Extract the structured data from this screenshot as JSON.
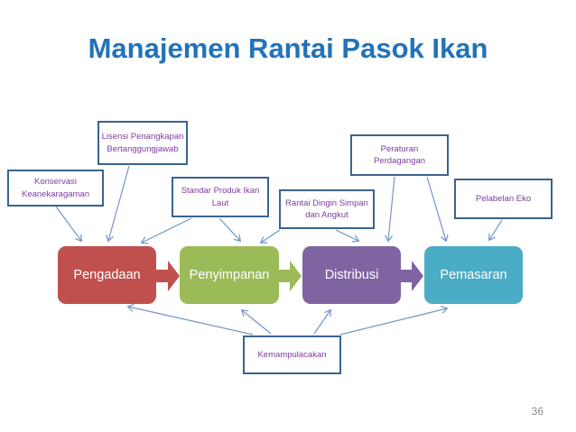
{
  "slide": {
    "title": "Manajemen Rantai Pasok Ikan",
    "page_number": "36"
  },
  "colors": {
    "title": "#2173B9",
    "label_border": "#3A6390",
    "label_text": "#7D3C9E",
    "connector": "#7396C8",
    "chain_pengadaan": "#C0504D",
    "chain_penyimpanan": "#9BBB59",
    "chain_distribusi": "#8064A2",
    "chain_pemasaran": "#4BACC6",
    "page_number": "#8A8A8A"
  },
  "diagram": {
    "chain": [
      {
        "label": "Pengadaan"
      },
      {
        "label": "Penyimpanan"
      },
      {
        "label": "Distribusi"
      },
      {
        "label": "Pemasaran"
      }
    ],
    "label_boxes": [
      {
        "id": "konservasi",
        "lines": [
          "Konservasi",
          "Keanekaragaman"
        ]
      },
      {
        "id": "lisensi",
        "lines": [
          "Lisensi Penangkapan",
          "Bertanggungjawab"
        ]
      },
      {
        "id": "standar",
        "lines": [
          "Standar Produk Ikan",
          "Laut"
        ]
      },
      {
        "id": "rantai",
        "lines": [
          "Rantai Dingin Simpan",
          "dan Angkut"
        ]
      },
      {
        "id": "peraturan",
        "lines": [
          "Peraturan",
          "Perdagangan"
        ]
      },
      {
        "id": "pelabelan",
        "lines": [
          "Pelabelan Eko"
        ]
      },
      {
        "id": "kemampulacakan",
        "lines": [
          "Kemampulacakan"
        ]
      }
    ],
    "connections": [
      {
        "from": "Konservasi Keanekaragaman",
        "to": "Pengadaan",
        "type": "association"
      },
      {
        "from": "Lisensi Penangkapan Bertanggungjawab",
        "to": "Pengadaan",
        "type": "association"
      },
      {
        "from": "Standar Produk Ikan Laut",
        "to": "Pengadaan",
        "type": "association"
      },
      {
        "from": "Standar Produk Ikan Laut",
        "to": "Penyimpanan",
        "type": "association"
      },
      {
        "from": "Rantai Dingin Simpan dan Angkut",
        "to": "Penyimpanan",
        "type": "association"
      },
      {
        "from": "Rantai Dingin Simpan dan Angkut",
        "to": "Distribusi",
        "type": "association"
      },
      {
        "from": "Peraturan Perdagangan",
        "to": "Distribusi",
        "type": "association"
      },
      {
        "from": "Peraturan Perdagangan",
        "to": "Pemasaran",
        "type": "association"
      },
      {
        "from": "Pelabelan Eko",
        "to": "Pemasaran",
        "type": "association"
      },
      {
        "from": "Kemampulacakan",
        "to": "Pengadaan",
        "type": "association"
      },
      {
        "from": "Kemampulacakan",
        "to": "Penyimpanan",
        "type": "association"
      },
      {
        "from": "Kemampulacakan",
        "to": "Distribusi",
        "type": "association"
      },
      {
        "from": "Kemampulacakan",
        "to": "Pemasaran",
        "type": "association"
      },
      {
        "from": "Pengadaan",
        "to": "Penyimpanan",
        "type": "flow"
      },
      {
        "from": "Penyimpanan",
        "to": "Distribusi",
        "type": "flow"
      },
      {
        "from": "Distribusi",
        "to": "Pemasaran",
        "type": "flow"
      }
    ]
  }
}
